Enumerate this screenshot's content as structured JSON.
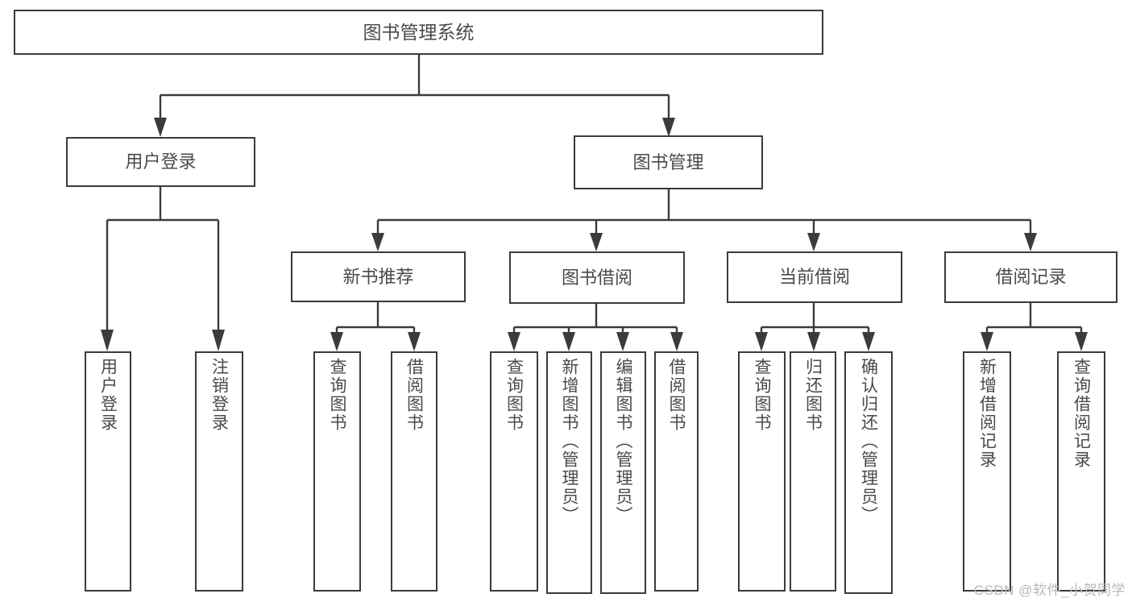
{
  "diagram": {
    "title": "图书管理系统",
    "watermark": "CSDN @软件_小贺同学",
    "colors": {
      "stroke": "#3b3b3b",
      "text": "#4a4a4a",
      "background": "#ffffff",
      "watermark": "#b8b8b8"
    },
    "levels": {
      "root": {
        "label": "图书管理系统"
      },
      "level2": [
        {
          "label": "用户登录"
        },
        {
          "label": "图书管理"
        }
      ],
      "level3": [
        {
          "label": "新书推荐"
        },
        {
          "label": "图书借阅"
        },
        {
          "label": "当前借阅"
        },
        {
          "label": "借阅记录"
        }
      ],
      "leaves": [
        {
          "label": "用户登录"
        },
        {
          "label": "注销登录"
        },
        {
          "label": "查询图书"
        },
        {
          "label": "借阅图书"
        },
        {
          "label": "查询图书"
        },
        {
          "label": "新增图书（管理员）"
        },
        {
          "label": "编辑图书（管理员）"
        },
        {
          "label": "借阅图书"
        },
        {
          "label": "查询图书"
        },
        {
          "label": "归还图书"
        },
        {
          "label": "确认归还（管理员）"
        },
        {
          "label": "新增借阅记录"
        },
        {
          "label": "查询借阅记录"
        }
      ]
    },
    "tree": {
      "name": "图书管理系统",
      "children": [
        {
          "name": "用户登录",
          "children": [
            {
              "name": "用户登录"
            },
            {
              "name": "注销登录"
            }
          ]
        },
        {
          "name": "图书管理",
          "children": [
            {
              "name": "新书推荐",
              "children": [
                {
                  "name": "查询图书"
                },
                {
                  "name": "借阅图书"
                }
              ]
            },
            {
              "name": "图书借阅",
              "children": [
                {
                  "name": "查询图书"
                },
                {
                  "name": "新增图书（管理员）"
                },
                {
                  "name": "编辑图书（管理员）"
                },
                {
                  "name": "借阅图书"
                }
              ]
            },
            {
              "name": "当前借阅",
              "children": [
                {
                  "name": "查询图书"
                },
                {
                  "name": "归还图书"
                },
                {
                  "name": "确认归还（管理员）"
                }
              ]
            },
            {
              "name": "借阅记录",
              "children": [
                {
                  "name": "新增借阅记录"
                },
                {
                  "name": "查询借阅记录"
                }
              ]
            }
          ]
        }
      ]
    }
  }
}
